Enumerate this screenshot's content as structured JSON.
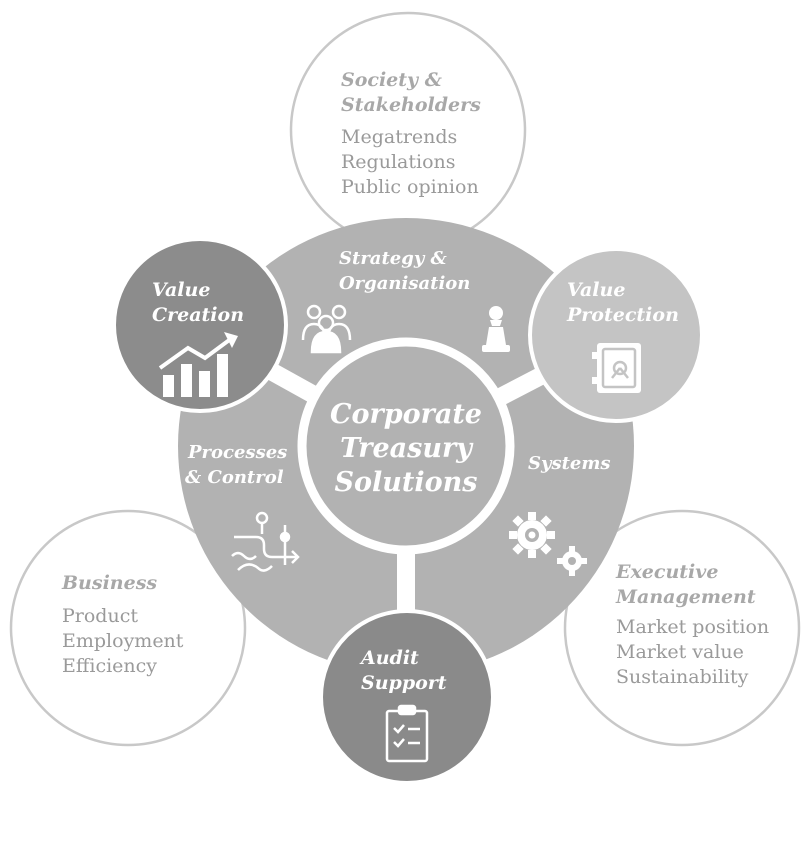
{
  "center": {
    "line1": "Corporate",
    "line2": "Treasury",
    "line3": "Solutions"
  },
  "segments": {
    "strategy": {
      "line1": "Strategy &",
      "line2": "Organisation"
    },
    "processes": {
      "line1": "Processes",
      "line2": "& Control"
    },
    "systems": {
      "label": "Systems"
    }
  },
  "satellites": {
    "value_creation": {
      "line1": "Value",
      "line2": "Creation"
    },
    "value_protection": {
      "line1": "Value",
      "line2": "Protection"
    },
    "audit_support": {
      "line1": "Audit",
      "line2": "Support"
    }
  },
  "outer": {
    "society": {
      "title1": "Society &",
      "title2": "Stakeholders",
      "items": [
        "Megatrends",
        "Regulations",
        "Public opinion"
      ]
    },
    "business": {
      "title1": "Business",
      "items": [
        "Product",
        "Employment",
        "Efficiency"
      ]
    },
    "executive": {
      "title1": "Executive",
      "title2": "Management",
      "items": [
        "Market position",
        "Market value",
        "Sustainability"
      ]
    }
  },
  "colors": {
    "main_disc": "#b2b2b2",
    "value_creation": "#8c8c8c",
    "value_protection": "#c4c4c4",
    "audit_support": "#8a8a8a",
    "outline": "#c8c8c8",
    "outer_text": "#9a9a9a"
  },
  "icons": {
    "value_creation": "bar-chart-growth-icon",
    "strategy_people": "people-group-icon",
    "strategy_chess": "chess-pawn-icon",
    "value_protection": "safe-icon",
    "processes": "process-flow-icon",
    "systems": "gears-icon",
    "audit": "clipboard-checklist-icon"
  }
}
